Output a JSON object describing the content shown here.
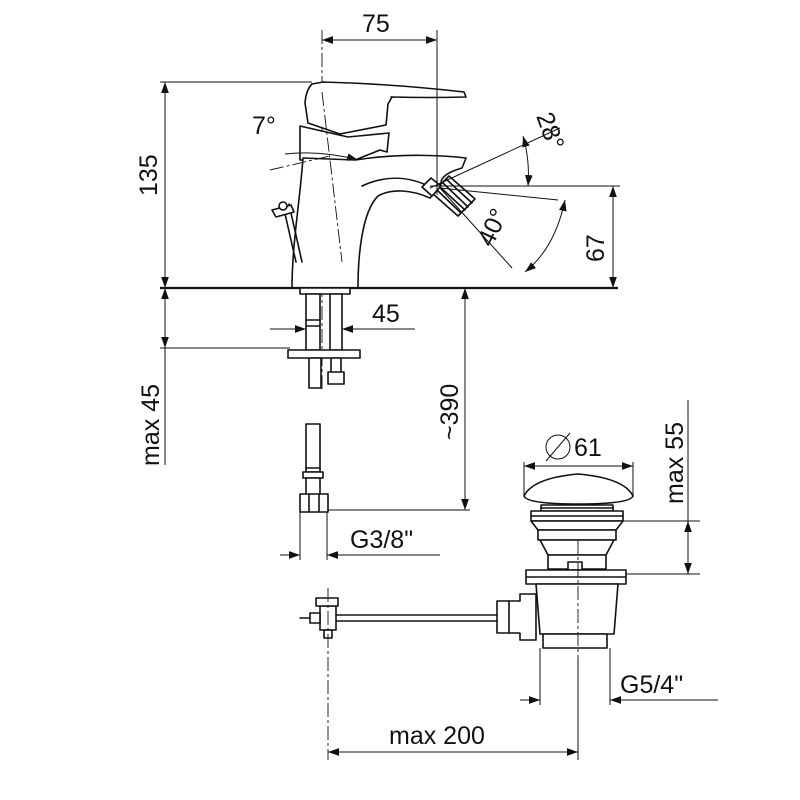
{
  "dimensions": {
    "spout_reach": "75",
    "total_height": "135",
    "tilt_angle": "7°",
    "nozzle_angle": "28°",
    "spray_angle": "40°",
    "nozzle_height": "67",
    "rod_spacing": "45",
    "max_deck_thickness": "max 45",
    "hose_length": "~390",
    "inlet_thread": "G3/8\"",
    "waste_diameter": "61",
    "waste_max_height": "max 55",
    "waste_thread": "G5/4\"",
    "pullrod_max_reach": "max 200"
  },
  "symbols": {
    "diameter": "diameter-symbol"
  }
}
